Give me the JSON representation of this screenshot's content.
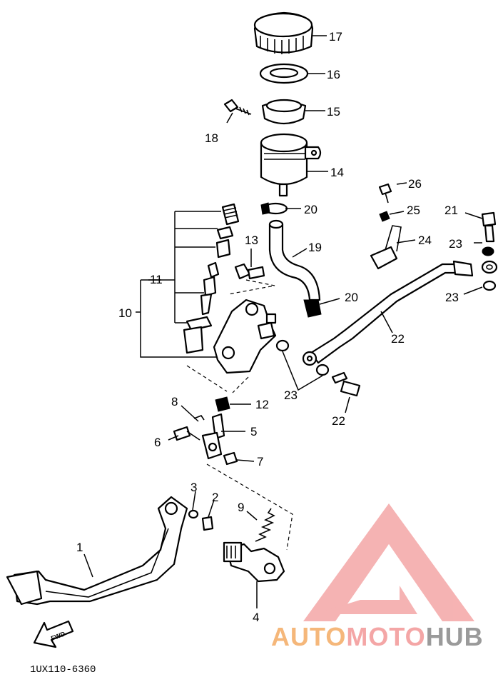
{
  "diagram_code": "1UX110-6360",
  "direction_label": "FWD",
  "callouts": [
    {
      "id": "c1",
      "text": "1"
    },
    {
      "id": "c2",
      "text": "2"
    },
    {
      "id": "c3",
      "text": "3"
    },
    {
      "id": "c4",
      "text": "4"
    },
    {
      "id": "c5",
      "text": "5"
    },
    {
      "id": "c6",
      "text": "6"
    },
    {
      "id": "c7",
      "text": "7"
    },
    {
      "id": "c8",
      "text": "8"
    },
    {
      "id": "c9",
      "text": "9"
    },
    {
      "id": "c10",
      "text": "10"
    },
    {
      "id": "c11",
      "text": "11"
    },
    {
      "id": "c12",
      "text": "12"
    },
    {
      "id": "c13",
      "text": "13"
    },
    {
      "id": "c14",
      "text": "14"
    },
    {
      "id": "c15",
      "text": "15"
    },
    {
      "id": "c16",
      "text": "16"
    },
    {
      "id": "c17",
      "text": "17"
    },
    {
      "id": "c18",
      "text": "18"
    },
    {
      "id": "c19",
      "text": "19"
    },
    {
      "id": "c20a",
      "text": "20"
    },
    {
      "id": "c20b",
      "text": "20"
    },
    {
      "id": "c21",
      "text": "21"
    },
    {
      "id": "c22a",
      "text": "22"
    },
    {
      "id": "c22b",
      "text": "22"
    },
    {
      "id": "c23a",
      "text": "23"
    },
    {
      "id": "c23b",
      "text": "23"
    },
    {
      "id": "c23c",
      "text": "23"
    },
    {
      "id": "c24",
      "text": "24"
    },
    {
      "id": "c25",
      "text": "25"
    },
    {
      "id": "c26",
      "text": "26"
    }
  ],
  "watermark": {
    "part1": "AUTO",
    "part2": "MOTO",
    "part3": "HUB",
    "color_auto": "#f5b77a",
    "color_moto": "#f4a6a6",
    "color_hub": "#9a9a9a",
    "logo_color": "#f4a6a6"
  }
}
